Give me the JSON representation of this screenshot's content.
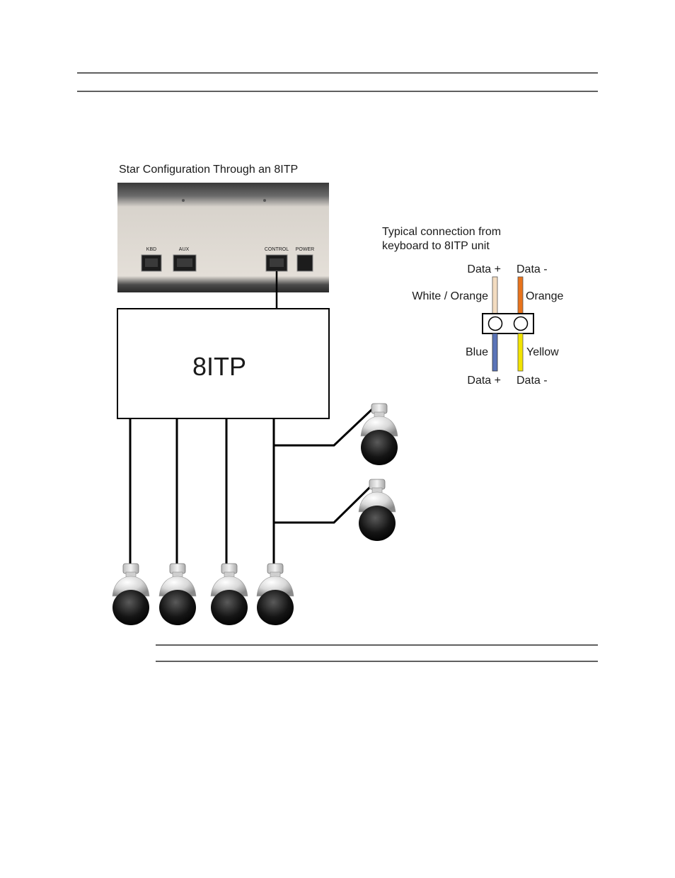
{
  "diagram": {
    "title": "Star Configuration Through an 8ITP",
    "unit_label": "8ITP",
    "ports": {
      "kbd": "KBD",
      "aux": "AUX",
      "control": "CONTROL",
      "power": "POWER"
    },
    "connection": {
      "caption_line1": "Typical connection from",
      "caption_line2": "keyboard to 8ITP unit",
      "top_left_signal": "Data +",
      "top_right_signal": "Data -",
      "top_left_wire": "White / Orange",
      "top_right_wire": "Orange",
      "bottom_left_wire": "Blue",
      "bottom_right_wire": "Yellow",
      "bottom_left_signal": "Data +",
      "bottom_right_signal": "Data -"
    },
    "colors": {
      "white_orange": "#f3dcc0",
      "orange": "#e8731c",
      "blue": "#5b74b8",
      "yellow": "#f2e400"
    }
  }
}
